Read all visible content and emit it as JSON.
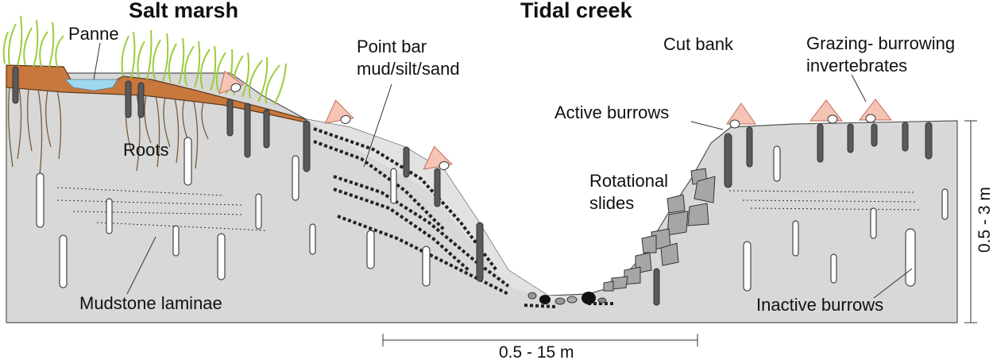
{
  "titles": {
    "salt_marsh": "Salt marsh",
    "tidal_creek": "Tidal creek"
  },
  "labels": {
    "panne": "Panne",
    "roots": "Roots",
    "mudstone_laminae": "Mudstone laminae",
    "point_bar_line1": "Point bar",
    "point_bar_line2": "mud/silt/sand",
    "cut_bank": "Cut bank",
    "active_burrows": "Active burrows",
    "grazing_line1": "Grazing- burrowing",
    "grazing_line2": "invertebrates",
    "rotational_line1": "Rotational",
    "rotational_line2": "slides",
    "inactive_burrows": "Inactive burrows"
  },
  "scales": {
    "horizontal": "0.5 - 15 m",
    "vertical": "0.5 - 3 m"
  },
  "colors": {
    "sediment": "#d8d8d8",
    "marsh_soil": "#c8783c",
    "panne_water": "#9fd8ee",
    "grass": "#9ccc3c",
    "invertebrate": "#f6c4b4"
  }
}
